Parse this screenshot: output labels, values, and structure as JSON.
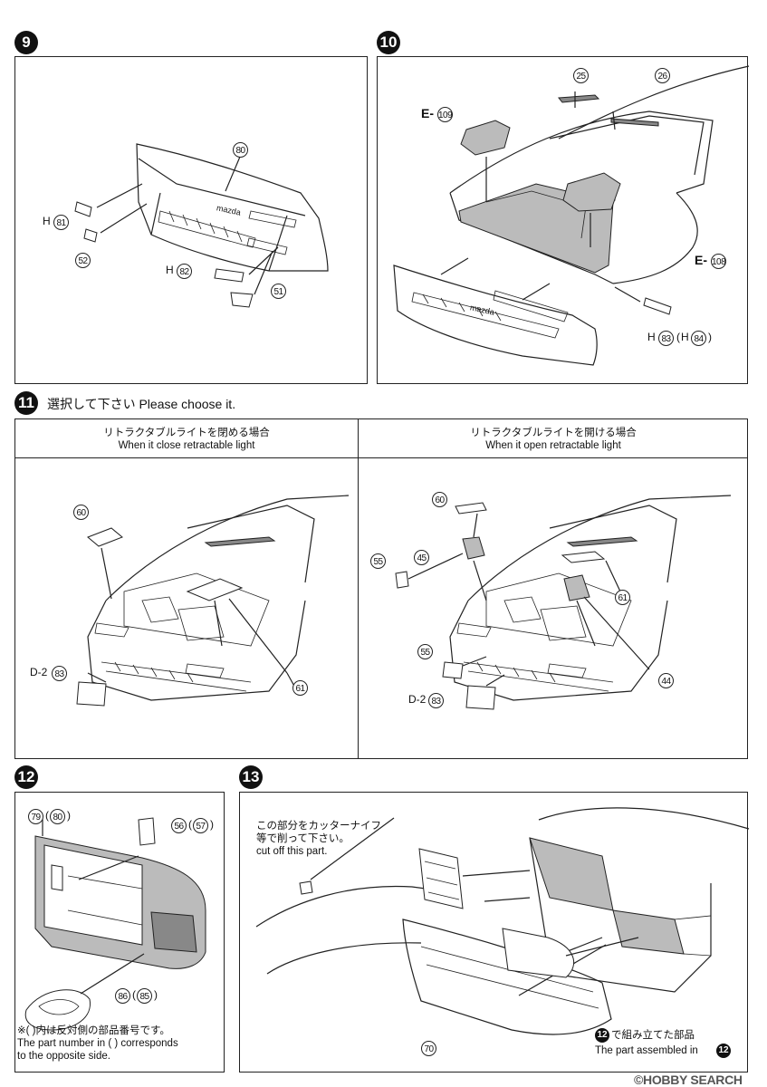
{
  "steps": {
    "s9": {
      "num": "9",
      "parts": {
        "p80": "80",
        "p81": "81",
        "p52": "52",
        "p82": "82",
        "p51": "51"
      },
      "prefix_h": "H",
      "badge_text": "mazda"
    },
    "s10": {
      "num": "10",
      "parts": {
        "p25": "25",
        "p26": "26",
        "p109": "109",
        "p108": "108",
        "p83": "83",
        "p84": "84"
      },
      "prefix_e": "E-",
      "prefix_h": "H",
      "paren_open": "(",
      "paren_close": ")",
      "badge_text": "mazda"
    },
    "s11": {
      "num": "11",
      "title": "選択して下さい Please choose it.",
      "left": {
        "header_jp": "リトラクタブルライトを閉める場合",
        "header_en": "When it close retractable light",
        "parts": {
          "p60": "60",
          "p83": "83",
          "p61": "61"
        },
        "prefix_d2": "D-2"
      },
      "right": {
        "header_jp": "リトラクタブルライトを開ける場合",
        "header_en": "When it open retractable light",
        "parts": {
          "p60": "60",
          "p55a": "55",
          "p45": "45",
          "p61": "61",
          "p55b": "55",
          "p83": "83",
          "p44": "44"
        },
        "prefix_d2": "D-2"
      }
    },
    "s12": {
      "num": "12",
      "parts": {
        "p79": "79",
        "p80": "80",
        "p56": "56",
        "p57": "57",
        "p86": "86",
        "p85": "85"
      },
      "note_line1": "※(  )内は反対側の部品番号です。",
      "note_line2": "The part number in (    ) corresponds",
      "note_line3": "to the opposite side."
    },
    "s13": {
      "num": "13",
      "callout_jp1": "この部分をカッターナイフ",
      "callout_jp2": "等で削って下さい。",
      "callout_en": "cut off this part.",
      "parts": {
        "p70": "70"
      },
      "assembled_jp": "で組み立てた部品",
      "assembled_en": "The part assembled in",
      "assembled_ref": "12"
    }
  },
  "watermark": "©HOBBY SEARCH"
}
